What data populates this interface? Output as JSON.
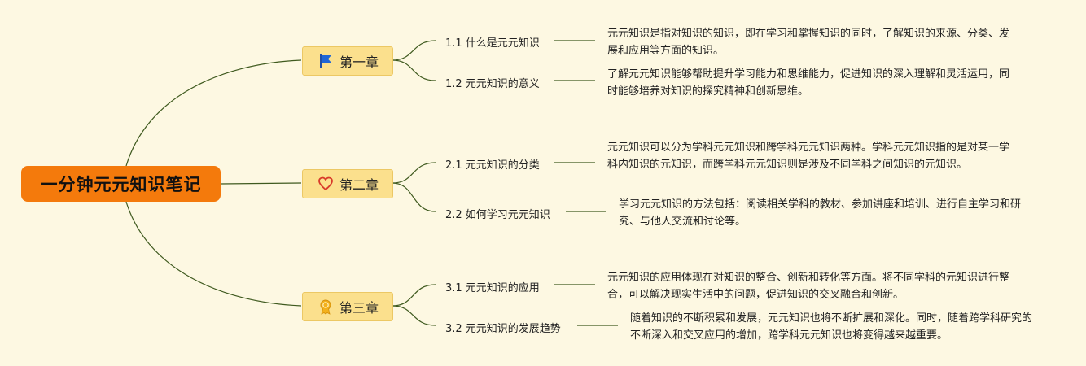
{
  "root": {
    "title": "一分钟元元知识笔记"
  },
  "chapters": [
    {
      "label": "第一章",
      "icon": "flag-icon",
      "topics": [
        {
          "title": "1.1 什么是元元知识",
          "desc": "元元知识是指对知识的知识，即在学习和掌握知识的同时，了解知识的来源、分类、发展和应用等方面的知识。"
        },
        {
          "title": "1.2 元元知识的意义",
          "desc": "了解元元知识能够帮助提升学习能力和思维能力，促进知识的深入理解和灵活运用，同时能够培养对知识的探究精神和创新思维。"
        }
      ]
    },
    {
      "label": "第二章",
      "icon": "heart-icon",
      "topics": [
        {
          "title": "2.1 元元知识的分类",
          "desc": "元元知识可以分为学科元元知识和跨学科元元知识两种。学科元元知识指的是对某一学科内知识的元知识，而跨学科元元知识则是涉及不同学科之间知识的元知识。"
        },
        {
          "title": "2.2 如何学习元元知识",
          "desc": "学习元元知识的方法包括：阅读相关学科的教材、参加讲座和培训、进行自主学习和研究、与他人交流和讨论等。"
        }
      ]
    },
    {
      "label": "第三章",
      "icon": "medal-icon",
      "topics": [
        {
          "title": "3.1 元元知识的应用",
          "desc": "元元知识的应用体现在对知识的整合、创新和转化等方面。将不同学科的元知识进行整合，可以解决现实生活中的问题，促进知识的交叉融合和创新。"
        },
        {
          "title": "3.2 元元知识的发展趋势",
          "desc": "随着知识的不断积累和发展，元元知识也将不断扩展和深化。同时，随着跨学科研究的不断深入和交叉应用的增加，跨学科元元知识也将变得越来越重要。"
        }
      ]
    }
  ],
  "colors": {
    "root": "#f47a0c",
    "chapter": "#fbe08d",
    "line": "#3f5a1f",
    "background": "#fdf8e2"
  }
}
